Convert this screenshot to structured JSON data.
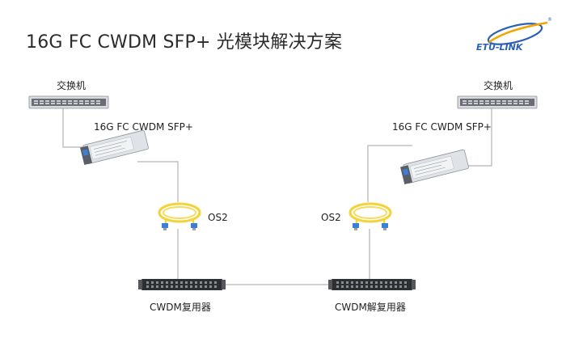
{
  "title": "16G FC CWDM SFP+ 光模块解决方案",
  "logo": {
    "text": "ETU-LINK",
    "registered": "®",
    "brand_color": "#2a5fb8",
    "accent_color": "#f5a300"
  },
  "left": {
    "switch_label": "交换机",
    "module_label": "16G FC CWDM SFP+",
    "fiber_label": "OS2",
    "mux_label": "CWDM复用器"
  },
  "right": {
    "switch_label": "交换机",
    "module_label": "16G FC CWDM SFP+",
    "fiber_label": "OS2",
    "mux_label": "CWDM解复用器"
  },
  "colors": {
    "line": "#b5b5b5",
    "fiber": "#f4d23a",
    "connector": "#3c7fd6",
    "device": "#2e2f33"
  }
}
